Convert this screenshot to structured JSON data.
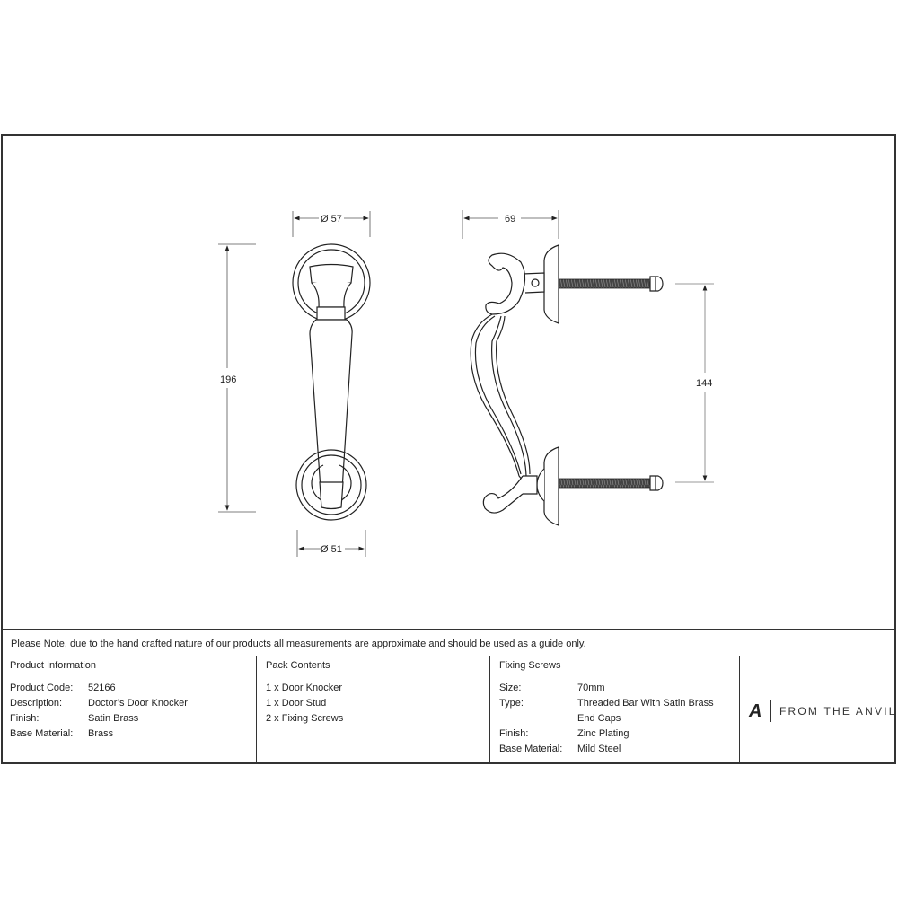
{
  "drawing": {
    "front_view": {
      "top_rose_diameter": "Ø 57",
      "bottom_rose_diameter": "Ø 51",
      "overall_height": "196"
    },
    "side_view": {
      "projection": "69",
      "fixing_centres": "144"
    }
  },
  "note": "Please Note, due to the hand crafted nature of our products all measurements are approximate and should be used as a guide only.",
  "product_information": {
    "header": "Product Information",
    "rows": [
      {
        "label": "Product Code:",
        "value": "52166"
      },
      {
        "label": "Description:",
        "value": "Doctor’s Door Knocker"
      },
      {
        "label": "Finish:",
        "value": "Satin Brass"
      },
      {
        "label": "Base Material:",
        "value": "Brass"
      }
    ]
  },
  "pack_contents": {
    "header": "Pack Contents",
    "items": [
      "1 x Door Knocker",
      "1 x Door Stud",
      "2 x Fixing Screws"
    ]
  },
  "fixing_screws": {
    "header": "Fixing Screws",
    "rows": [
      {
        "label": "Size:",
        "value": "70mm"
      },
      {
        "label": "Type:",
        "value": "Threaded Bar With Satin Brass"
      },
      {
        "label": "",
        "value": "End Caps"
      },
      {
        "label": "Finish:",
        "value": "Zinc Plating"
      },
      {
        "label": "Base Material:",
        "value": "Mild Steel"
      }
    ]
  },
  "brand": {
    "mark": "A",
    "name": "FROM THE ANVIL"
  }
}
